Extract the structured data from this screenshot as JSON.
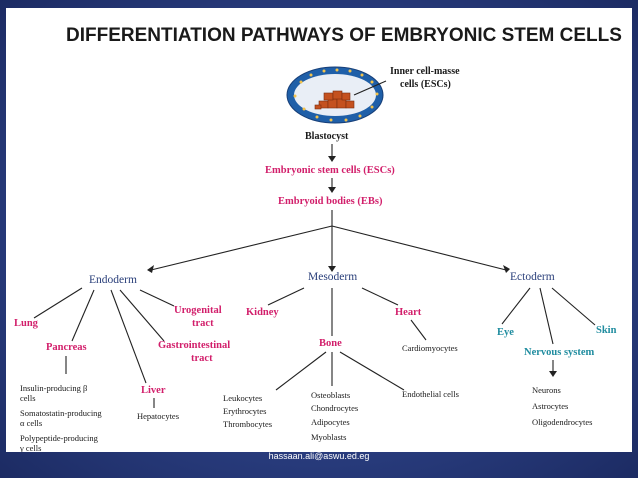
{
  "title": "DIFFERENTIATION PATHWAYS OF EMBRYONIC STEM CELLS",
  "inner_cell_mass": [
    "Inner cell-masse",
    "cells (ESCs)"
  ],
  "blastocyst": "Blastocyst",
  "escs": "Embryonic stem cells (ESCs)",
  "ebs": "Embryoid bodies  (EBs)",
  "endoderm": {
    "label": "Endoderm",
    "lung": "Lung",
    "pancreas": "Pancreas",
    "urogenital": [
      "Urogenital",
      "tract"
    ],
    "gastrointestinal": [
      "Gastrointestinal",
      "tract"
    ],
    "liver": "Liver",
    "hepatocytes": "Hepatocytes",
    "pancreas_cells": [
      "Insulin-producing β",
      "cells",
      "Somatostatin-producing",
      "α cells",
      "Polypeptide-producing",
      "γ cells"
    ]
  },
  "mesoderm": {
    "label": "Mesoderm",
    "kidney": "Kidney",
    "heart": "Heart",
    "cardiomyocytes": "Cardiomyocytes",
    "bone": "Bone",
    "blood_cells": [
      "Leukocytes",
      "Erythrocytes",
      "Thrombocytes"
    ],
    "bone_cells": [
      "Osteoblasts",
      "Chondrocytes",
      "Adipocytes",
      "Myoblasts"
    ],
    "endothelial": "Endothelial cells"
  },
  "ectoderm": {
    "label": "Ectoderm",
    "eye": "Eye",
    "skin": "Skin",
    "nervous_system": "Nervous system",
    "neural_cells": [
      "Neurons",
      "Astrocytes",
      "Oligodendrocytes"
    ]
  },
  "footer": "hassaan.ali@aswu.ed.eg",
  "colors": {
    "pink": "#d21f6b",
    "teal": "#1f8c9f",
    "background": "#2b3f82"
  }
}
